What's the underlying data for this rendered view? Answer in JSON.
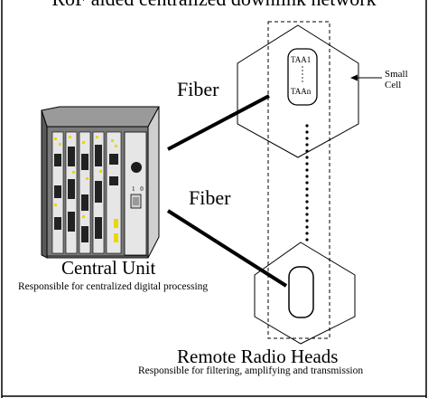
{
  "title": "RoF aided centralized downlink network",
  "links": {
    "top_label": "Fiber",
    "bottom_label": "Fiber"
  },
  "central_unit": {
    "name": "Central Unit",
    "description": "Responsible for centralized digital processing",
    "switch_label": "1 0"
  },
  "remote_radio_heads": {
    "name": "Remote Radio Heads",
    "description": "Responsible for filtering, amplifying and transmission"
  },
  "small_cell": {
    "label": "Small Cell",
    "antenna_first": "TAA1",
    "antenna_last": "TAAn"
  },
  "colors": {
    "stroke": "#000000",
    "rack_light": "#e6e6e6",
    "rack_dark": "#6e6e6e",
    "led_yellow": "#e8d800"
  }
}
